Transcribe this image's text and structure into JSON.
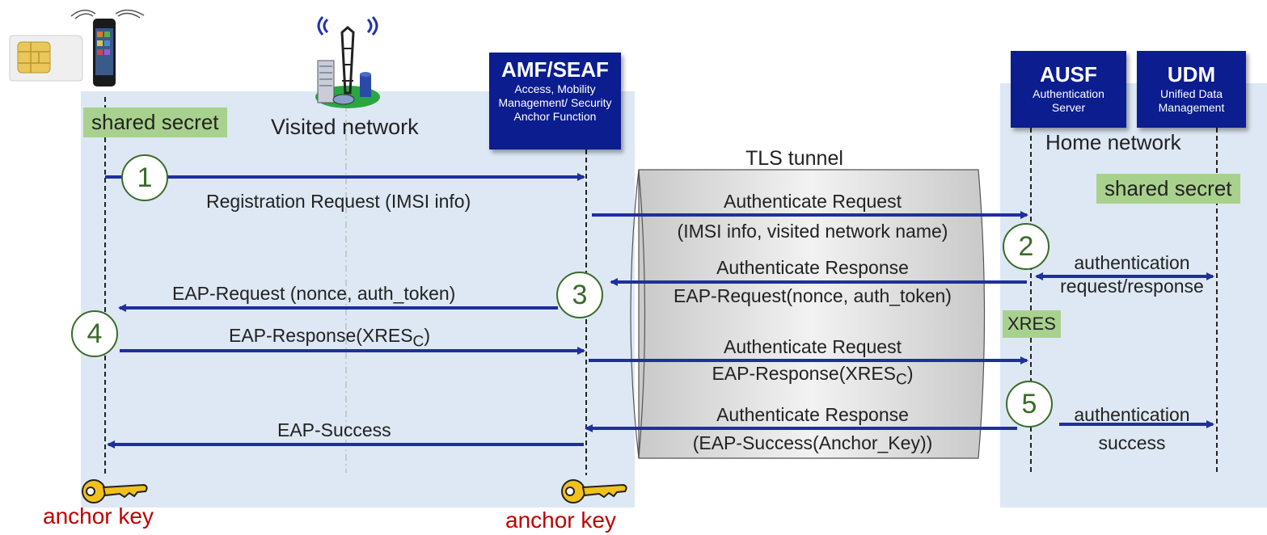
{
  "visited_label": "Visited network",
  "home_label": "Home network",
  "tls_label": "TLS tunnel",
  "shared_secret_ue": "shared secret",
  "shared_secret_home": "shared secret",
  "xres": "XRES",
  "anchor_key_ue": "anchor key",
  "anchor_key_amf": "anchor key",
  "amf": {
    "title": "AMF/SEAF",
    "subtitle": "Access, Mobility Management/ Security Anchor Function"
  },
  "ausf": {
    "title": "AUSF",
    "subtitle": "Authentication Server"
  },
  "udm": {
    "title": "UDM",
    "subtitle": "Unified Data Management"
  },
  "steps": [
    "1",
    "2",
    "3",
    "4",
    "5"
  ],
  "messages": {
    "m1": "Registration Request (IMSI info)",
    "m2a": "Authenticate Request",
    "m2b": "(IMSI info, visited network name)",
    "m3a": "authentication",
    "m3b": "request/response",
    "m4a": "Authenticate Response",
    "m4b": "EAP-Request(nonce, auth_token)",
    "m5": "EAP-Request (nonce, auth_token)",
    "m6_main": "EAP-Response(XRES",
    "m6_sub": "C",
    "m6_close": ")",
    "m7a": "Authenticate Request",
    "m7b_main": "EAP-Response(XRES",
    "m7b_sub": "C",
    "m7b_close": ")",
    "m8a": "Authenticate Response",
    "m8b": "(EAP-Success(Anchor_Key))",
    "m9a": "authentication",
    "m9b": "success",
    "m10": "EAP-Success"
  },
  "colors": {
    "arrow": "#1f2f9e",
    "panel": "#dde8f4",
    "nf_box": "#0b1d8f",
    "green": "#a9d18e",
    "red": "#c00000"
  },
  "icons": [
    "sim-card-icon",
    "phone-icon",
    "cell-tower-icon",
    "key-icon"
  ]
}
